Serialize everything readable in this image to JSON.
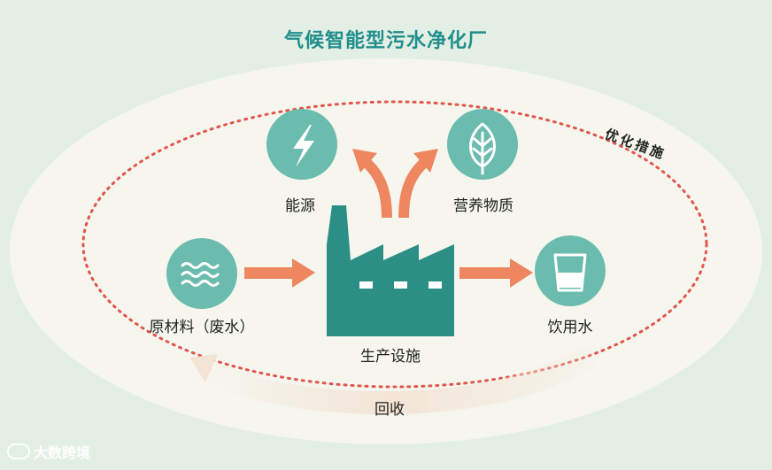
{
  "title": "气候智能型污水净化厂",
  "loop_label": "优化措施",
  "nodes": {
    "raw_material": {
      "label": "原材料（废水）",
      "icon": "water-waves-icon"
    },
    "facility": {
      "label": "生产设施",
      "icon": "factory-icon"
    },
    "energy": {
      "label": "能源",
      "icon": "lightning-icon"
    },
    "nutrients": {
      "label": "营养物质",
      "icon": "leaf-icon"
    },
    "drinking_water": {
      "label": "饮用水",
      "icon": "water-glass-icon"
    }
  },
  "recycle_label": "回收",
  "watermark": {
    "text": "大数跨境"
  },
  "colors": {
    "background": "#e3efe4",
    "ellipse": "#f6f6ee",
    "teal": "#2c8f86",
    "icon_circle": "#6bbcae",
    "arrow": "#ee8660",
    "dotted": "#e2554a",
    "title": "#1f8e8c"
  }
}
